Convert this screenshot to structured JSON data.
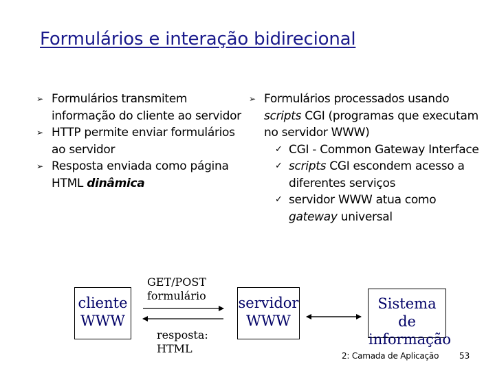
{
  "title": "Formulários e interação bidirecional",
  "left_column": {
    "bullets": [
      {
        "text": "Formulários transmitem informação do cliente ao servidor"
      },
      {
        "text": "HTTP permite enviar formulários ao servidor"
      },
      {
        "text_before": "Resposta enviada como página HTML ",
        "emphasis": "dinâmica"
      }
    ]
  },
  "right_column": {
    "bullet": {
      "text_before": "Formulários processados usando ",
      "italic": "scripts",
      "text_after": " CGI (programas que executam no servidor WWW)"
    },
    "subitems": [
      {
        "text": "CGI - Common Gateway Interface"
      },
      {
        "italic": "scripts",
        "text_after": " CGI escondem acesso a diferentes serviços"
      },
      {
        "text_before": "servidor WWW atua como ",
        "italic": "gateway",
        "text_after": " universal"
      }
    ]
  },
  "diagram": {
    "cliente_line1": "cliente",
    "cliente_line2": "WWW",
    "servidor_line1": "servidor",
    "servidor_line2": "WWW",
    "sistema_line1": "Sistema de",
    "sistema_line2": "informação",
    "request_line1": "GET/POST",
    "request_line2": "formulário",
    "response_line1": "resposta:",
    "response_line2": "HTML"
  },
  "footer": {
    "text": "2: Camada de Aplicação",
    "page": "53"
  },
  "colors": {
    "title": "#1a1a8c",
    "box_text": "#000066"
  }
}
